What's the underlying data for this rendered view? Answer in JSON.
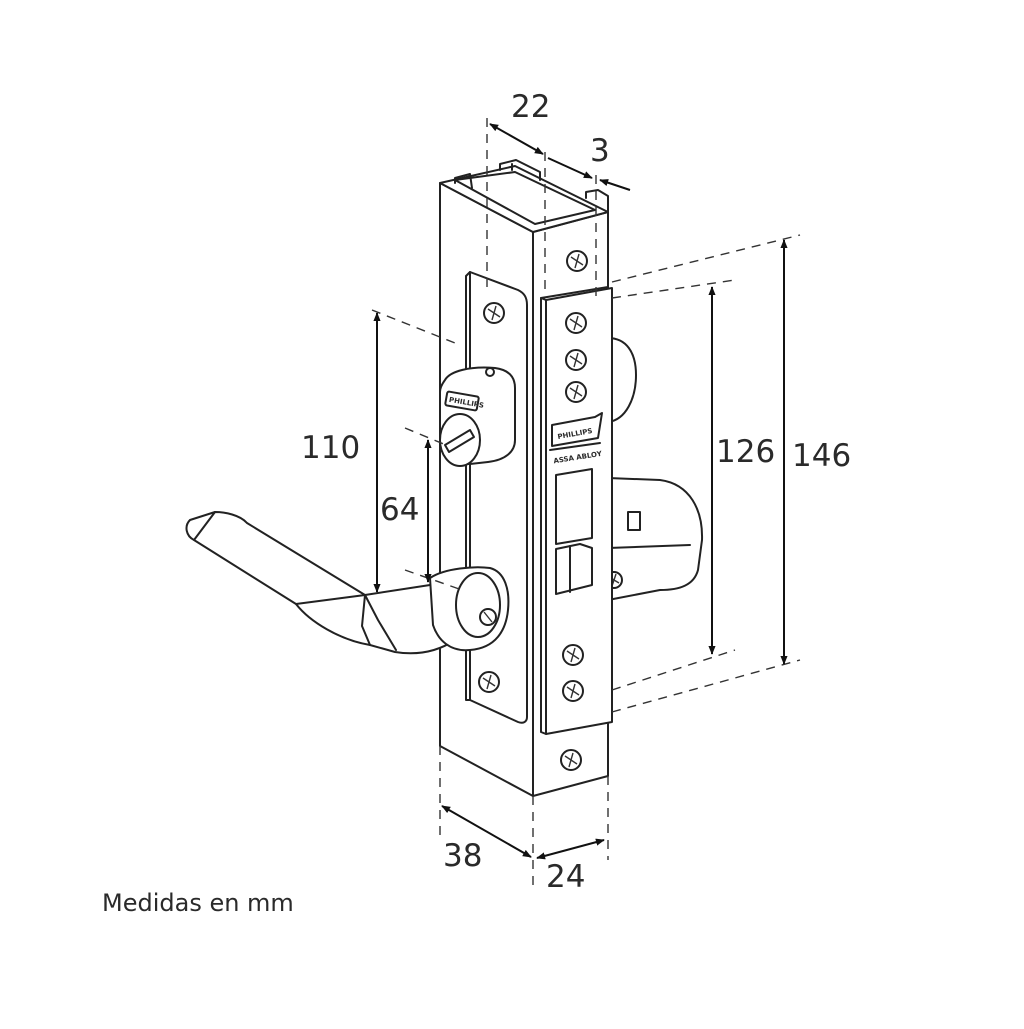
{
  "dimensions": {
    "d22": "22",
    "d3": "3",
    "d110": "110",
    "d64": "64",
    "d126": "126",
    "d146": "146",
    "d38": "38",
    "d24": "24"
  },
  "brand": {
    "logo_text": "PHILLIPS",
    "sub_text": "ASSA ABLOY"
  },
  "caption": "Medidas en mm"
}
